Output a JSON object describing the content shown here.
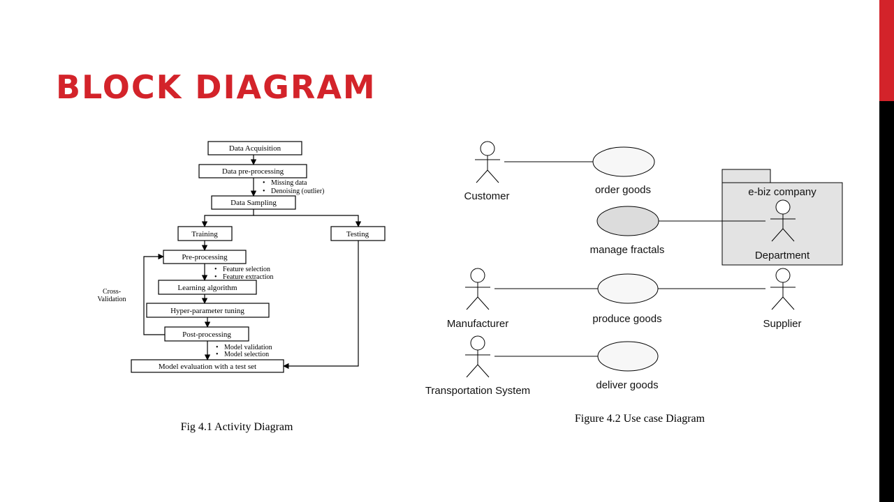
{
  "slide": {
    "title": "BLOCK DIAGRAM",
    "accent_color": "#d3232a",
    "sidebar_colors": [
      "#d3232a",
      "#000000"
    ]
  },
  "activity": {
    "nodes": {
      "acquisition": "Data Acquisition",
      "preprocessing": "Data pre-processing",
      "sampling": "Data Sampling",
      "training": "Training",
      "testing": "Testing",
      "pre": "Pre-processing",
      "learning": "Learning algorithm",
      "tuning": "Hyper-parameter tuning",
      "post": "Post-processing",
      "evaluation": "Model evaluation with a test set"
    },
    "notes": {
      "missing": "Missing data",
      "denoising": "Denoising (outlier)",
      "feat_sel": "Feature selection",
      "feat_ext": "Feature extraction",
      "model_val": "Model validation",
      "model_sel": "Model selection"
    },
    "cv_line1": "Cross-",
    "cv_line2": "Validation",
    "caption": "Fig 4.1 Activity Diagram"
  },
  "usecase": {
    "actors": {
      "customer": "Customer",
      "department": "Department",
      "manufacturer": "Manufacturer",
      "supplier": "Supplier",
      "transport": "Transportation System"
    },
    "usecases": {
      "order": "order goods",
      "manage": "manage fractals",
      "produce": "produce goods",
      "deliver": "deliver goods"
    },
    "package": "e-biz company",
    "caption": "Figure 4.2 Use case Diagram"
  }
}
